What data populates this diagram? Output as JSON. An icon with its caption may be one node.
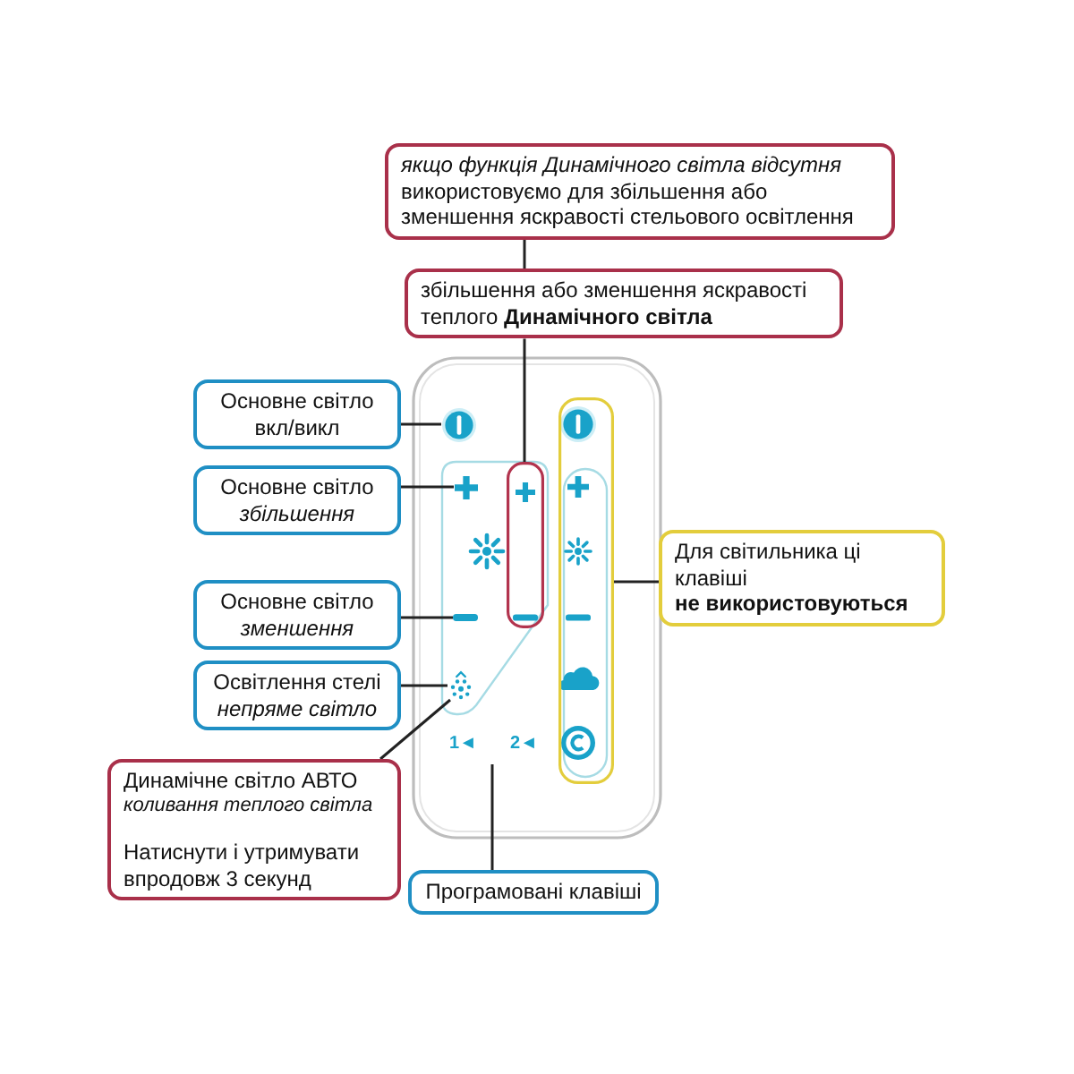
{
  "diagram": {
    "nodes": [
      {
        "text": [
          "якщо функція Динамічного світла відсутня",
          "використовуємо для збільшення або зменшення яскравості стельового освітлення"
        ]
      },
      {
        "text": [
          "збільшення або зменшення яскравості теплого **Динамічного світла**"
        ]
      },
      {
        "text": [
          "Основне світло вкл/викл"
        ]
      },
      {
        "text": [
          "Основне світло",
          "збільшення"
        ]
      },
      {
        "text": [
          "Основне світло",
          "зменшення"
        ]
      },
      {
        "text": [
          "Освітлення стелі",
          "непряме світло"
        ]
      },
      {
        "text": [
          "Динамічне світло АВТО",
          "коливання теплого світла",
          "Натиснути і утримувати впродовж 3 секунд"
        ]
      },
      {
        "text": [
          "Програмовані клавіші"
        ]
      },
      {
        "text": [
          "Для світильника ці клавіші **не використовуються**"
        ]
      },
      {
        "text": [],
        "shape": "box"
      },
      {
        "text": [],
        "shape": "circle"
      },
      {
        "text": [],
        "shape": "plus"
      },
      {
        "text": [],
        "shape": "bar"
      },
      {
        "text": [],
        "shape": "picture"
      },
      {
        "text": [],
        "shape": "box"
      }
    ],
    "edges": [
      {
        "from": 0,
        "to": 1,
        "arrow": "none"
      },
      {
        "from": 1,
        "to": 9,
        "arrow": "none"
      },
      {
        "from": 2,
        "to": 10,
        "arrow": "none"
      },
      {
        "from": 3,
        "to": 11,
        "arrow": "none"
      },
      {
        "from": 4,
        "to": 12,
        "arrow": "none"
      },
      {
        "from": 5,
        "to": 13,
        "arrow": "none"
      },
      {
        "from": 6,
        "to": 13,
        "arrow": "none"
      },
      {
        "from": 7,
        "to": null,
        "arrow": "none"
      },
      {
        "from": 8,
        "to": 14,
        "arrow": "none"
      }
    ],
    "labels": [
      "1◄",
      "2◄"
    ]
  }
}
